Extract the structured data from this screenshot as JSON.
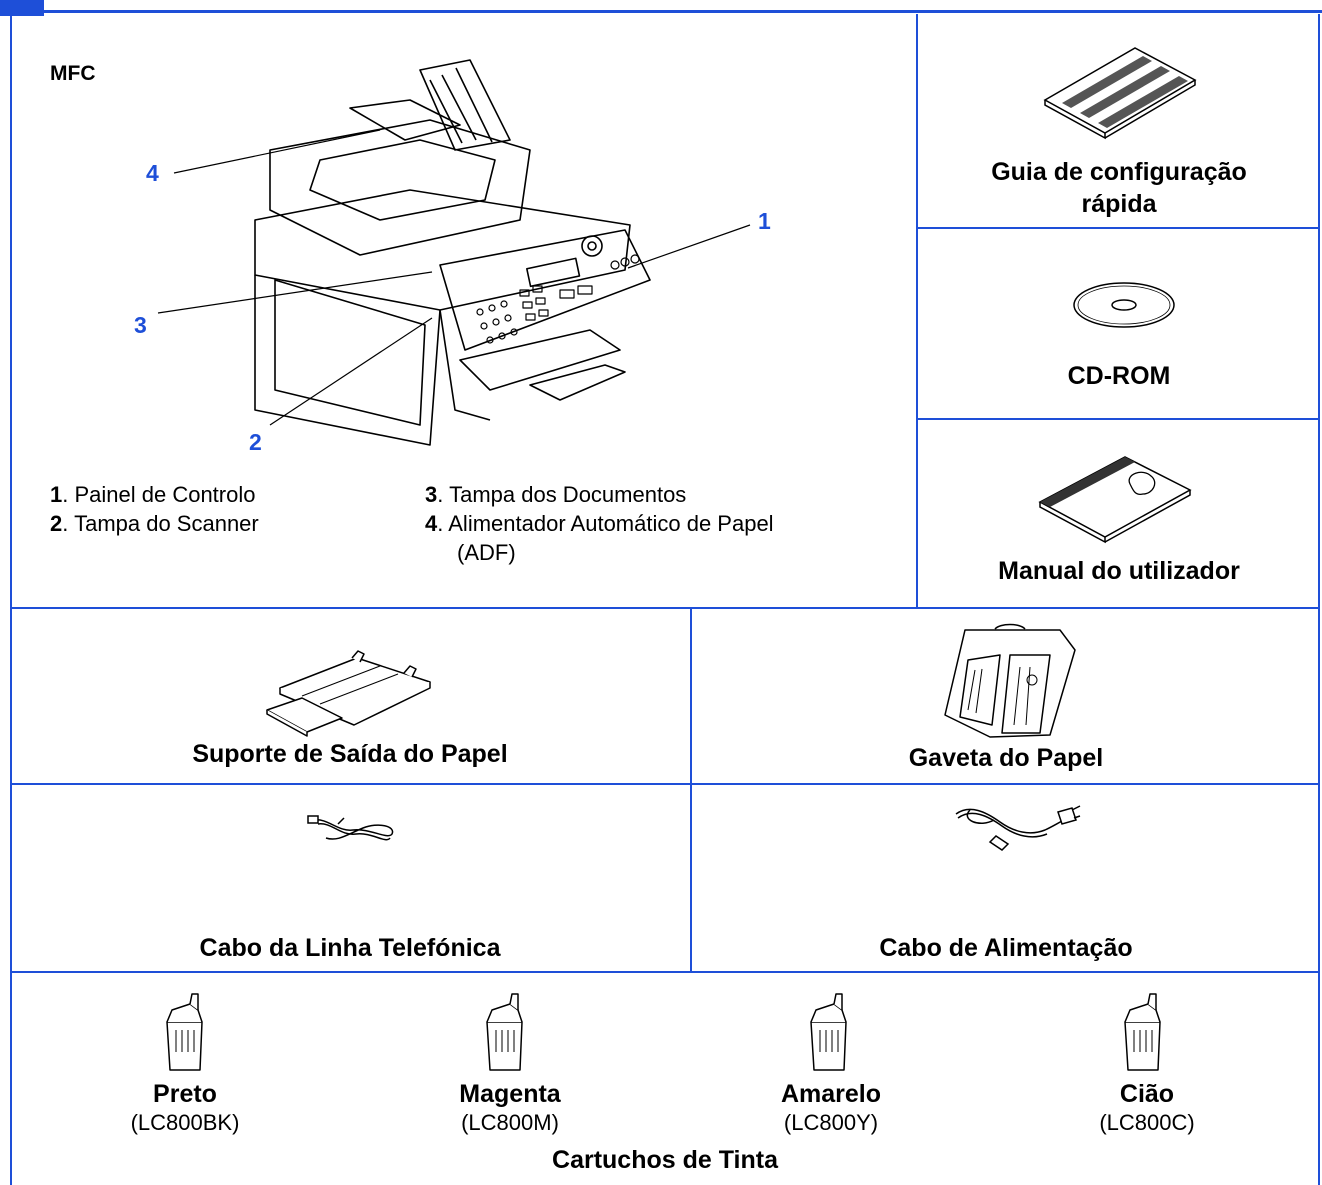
{
  "mfc": {
    "title": "MFC",
    "callouts": [
      "1",
      "2",
      "3",
      "4"
    ],
    "legend": [
      {
        "n": "1",
        "text": ". Painel de Controlo"
      },
      {
        "n": "2",
        "text": ". Tampa do Scanner"
      },
      {
        "n": "3",
        "text": ". Tampa dos Documentos"
      },
      {
        "n": "4",
        "text": ". Alimentador Automático de Papel",
        "text2": "(ADF)"
      }
    ]
  },
  "items": {
    "quick_guide": {
      "line1": "Guia de configuração",
      "line2": "rápida"
    },
    "cdrom": "CD-ROM",
    "user_manual": "Manual do utilizador",
    "output_support": "Suporte de Saída do Papel",
    "paper_tray": "Gaveta do Papel",
    "phone_cord": "Cabo da Linha Telefónica",
    "power_cord": "Cabo de Alimentação"
  },
  "cartridges": {
    "title": "Cartuchos de Tinta",
    "list": [
      {
        "name": "Preto",
        "code": "(LC800BK)"
      },
      {
        "name": "Magenta",
        "code": "(LC800M)"
      },
      {
        "name": "Amarelo",
        "code": "(LC800Y)"
      },
      {
        "name": "Cião",
        "code": "(LC800C)"
      }
    ]
  },
  "colors": {
    "accent": "#1e4fd8"
  }
}
